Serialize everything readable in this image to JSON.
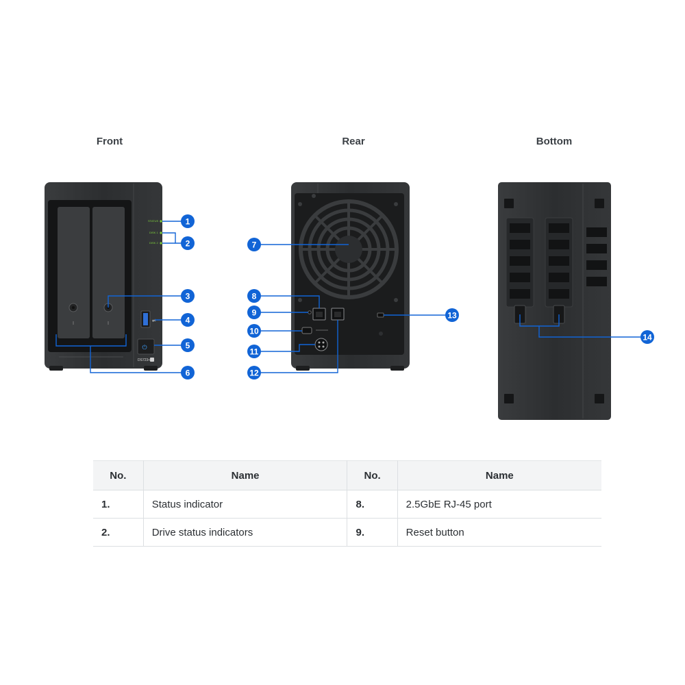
{
  "views": {
    "front": "Front",
    "rear": "Rear",
    "bottom": "Bottom"
  },
  "device": {
    "model_label": "DS723+",
    "led_labels": [
      "STATUS",
      "DISK 1",
      "DISK 2"
    ]
  },
  "callouts": [
    "1",
    "2",
    "3",
    "4",
    "5",
    "6",
    "7",
    "8",
    "9",
    "10",
    "11",
    "12",
    "13",
    "14"
  ],
  "colors": {
    "callout_blue": "#1164d6",
    "device_body": "#2f3133",
    "led_green": "#7fd13b",
    "usb_blue": "#2f6fd6"
  },
  "table": {
    "headers": [
      "No.",
      "Name",
      "No.",
      "Name"
    ],
    "rows": [
      [
        "1.",
        "Status indicator",
        "8.",
        "2.5GbE RJ-45 port"
      ],
      [
        "2.",
        "Drive status indicators",
        "9.",
        "Reset button"
      ]
    ]
  }
}
